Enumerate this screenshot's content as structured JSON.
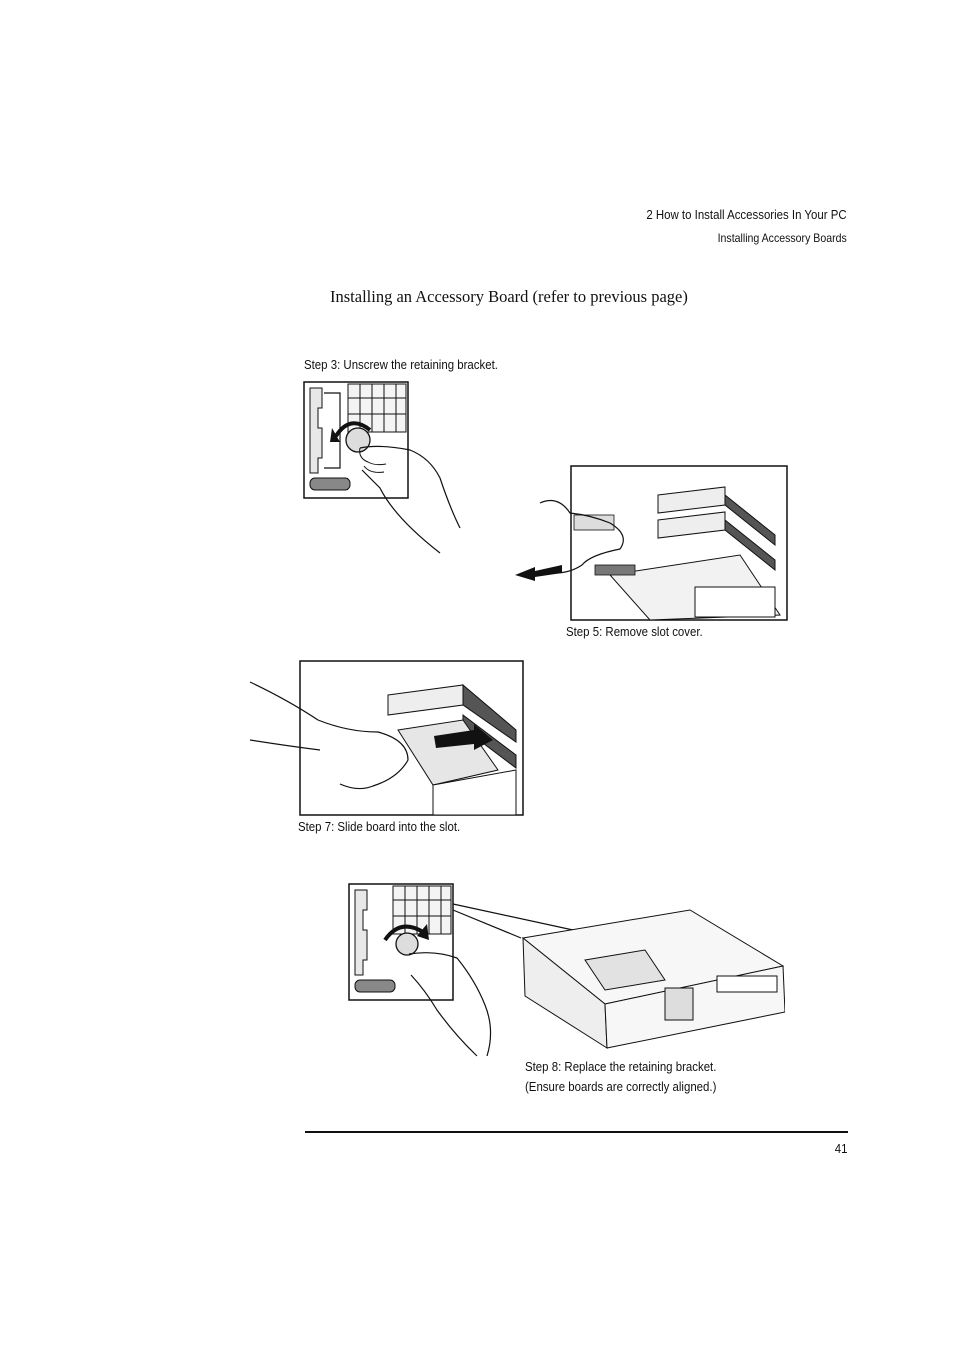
{
  "header": {
    "chapter": "2   How to Install Accessories In Your PC",
    "section": "Installing Accessory Boards"
  },
  "heading": "Installing an Accessory Board (refer to previous page)",
  "figures": {
    "step3": "Step 3: Unscrew the retaining bracket.",
    "step5": "Step 5: Remove slot cover.",
    "step7": "Step 7: Slide board into the slot.",
    "step8_line1": "Step 8: Replace the retaining bracket.",
    "step8_line2": "(Ensure boards are correctly aligned.)"
  },
  "footer": {
    "page_number": "41"
  }
}
